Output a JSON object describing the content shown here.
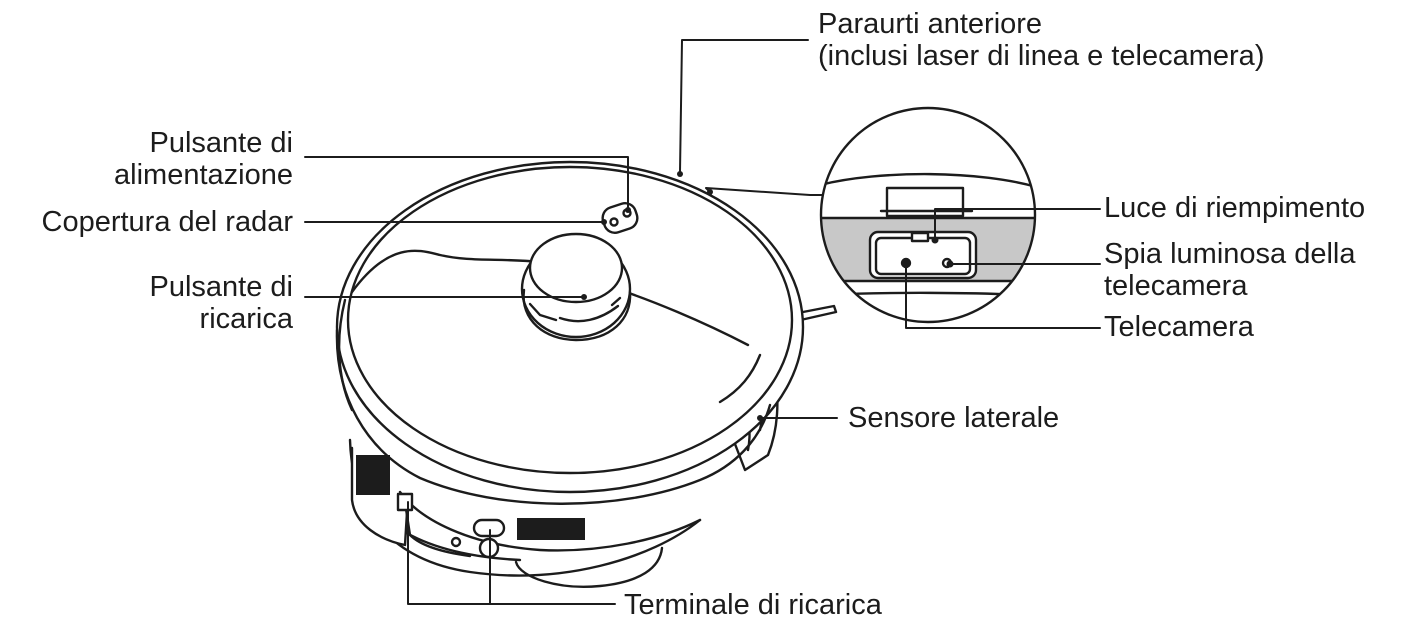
{
  "labels": {
    "front_bumper": {
      "line1": "Paraurti anteriore",
      "line2": "(inclusi laser di linea e telecamera)"
    },
    "power_button": {
      "line1": "Pulsante di",
      "line2": "alimentazione"
    },
    "radar_cover": {
      "line1": "Copertura del radar"
    },
    "charge_button": {
      "line1": "Pulsante di",
      "line2": "ricarica"
    },
    "fill_light": {
      "line1": "Luce di riempimento"
    },
    "camera_indicator": {
      "line1": "Spia luminosa della",
      "line2": "telecamera"
    },
    "camera": {
      "line1": "Telecamera"
    },
    "side_sensor": {
      "line1": "Sensore laterale"
    },
    "charging_terminal": {
      "line1": "Terminale di ricarica"
    }
  },
  "colors": {
    "line": "#1c1c1c",
    "lens_window": "#c8c8c8",
    "background": "#ffffff"
  }
}
